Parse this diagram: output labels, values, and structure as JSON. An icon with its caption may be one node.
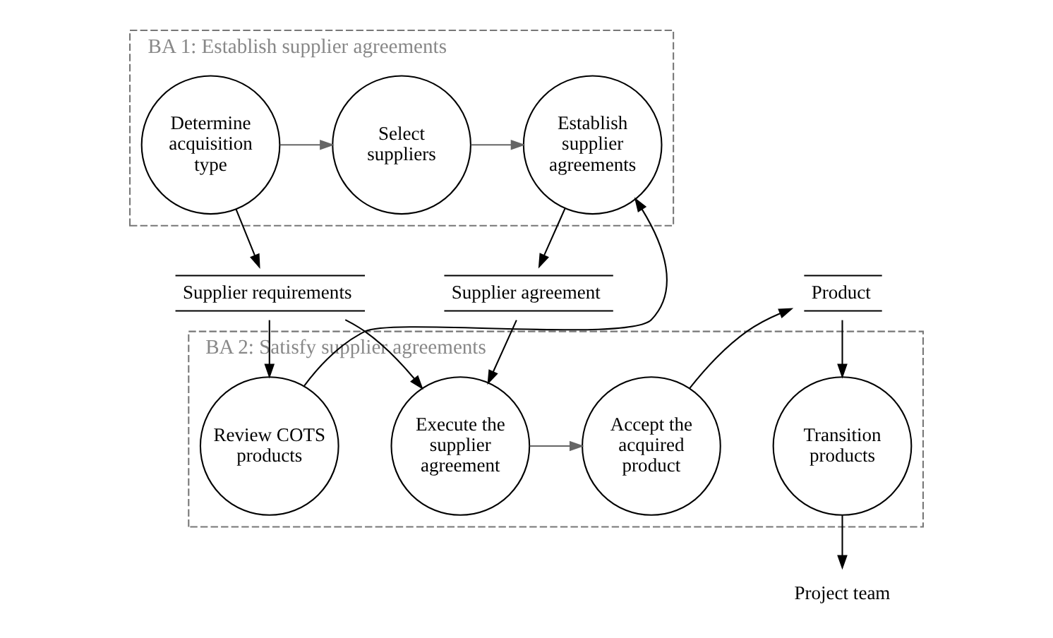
{
  "diagram": {
    "nodes": [
      {
        "text": [
          "BA 1: Establish supplier agreements"
        ]
      },
      {
        "text": [
          "Determine acquisition type"
        ],
        "in": 0
      },
      {
        "text": [
          "Select suppliers"
        ],
        "in": 0
      },
      {
        "text": [
          "Establish supplier agreements"
        ],
        "in": 0
      },
      {
        "text": [
          "Supplier requirements"
        ]
      },
      {
        "text": [
          "Supplier agreement"
        ]
      },
      {
        "text": [
          "Product"
        ]
      },
      {
        "text": [
          "BA 2: Satisfy supplier agreements"
        ]
      },
      {
        "text": [
          "Review COTS products"
        ],
        "in": 7
      },
      {
        "text": [
          "Execute the supplier agreement"
        ],
        "in": 7
      },
      {
        "text": [
          "Accept the acquired product"
        ],
        "in": 7
      },
      {
        "text": [
          "Transition products"
        ],
        "in": 7
      },
      {
        "text": [
          "Project team"
        ]
      }
    ],
    "edges": [
      {
        "from": 1,
        "to": 2,
        "arrow": "to",
        "color": "#666666"
      },
      {
        "from": 2,
        "to": 3,
        "arrow": "to",
        "color": "#666666"
      },
      {
        "from": 1,
        "to": 4,
        "arrow": "to"
      },
      {
        "from": 3,
        "to": 5,
        "arrow": "to"
      },
      {
        "from": 4,
        "to": 8,
        "arrow": "to"
      },
      {
        "from": 4,
        "to": 9,
        "arrow": "to"
      },
      {
        "from": 8,
        "to": 3,
        "arrow": "to"
      },
      {
        "from": 5,
        "to": 9,
        "arrow": "to"
      },
      {
        "from": 9,
        "to": 10,
        "arrow": "to",
        "color": "#666666"
      },
      {
        "from": 10,
        "to": 6,
        "arrow": "to"
      },
      {
        "from": 6,
        "to": 11,
        "arrow": "to"
      },
      {
        "from": 11,
        "to": 12,
        "arrow": "to"
      }
    ]
  }
}
